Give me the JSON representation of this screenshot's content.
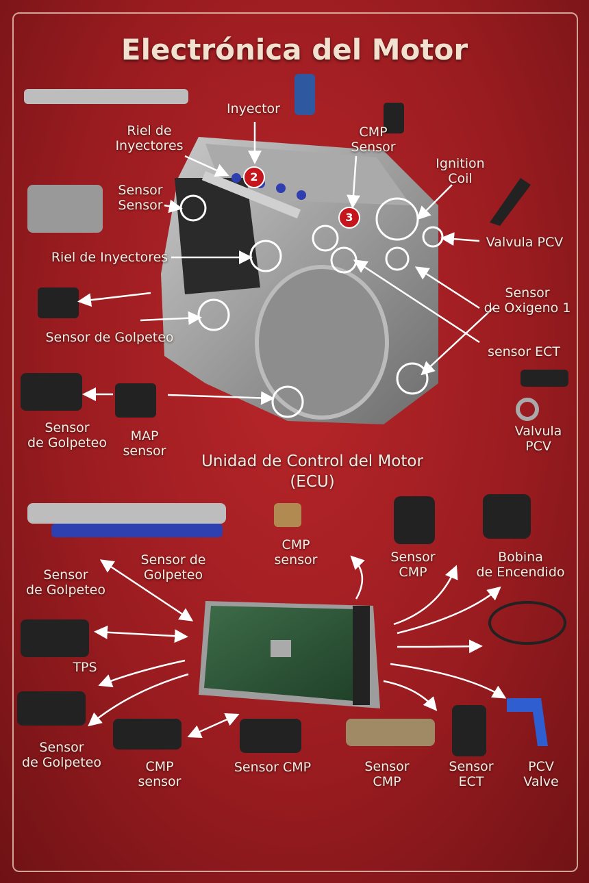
{
  "title": "Electrónica del Motor",
  "engine_labels": {
    "inyector": "Inyector",
    "riel_top": [
      "Riel de",
      "Inyectores"
    ],
    "cmp_sensor": [
      "CMP",
      "Sensor"
    ],
    "ignition_coil": [
      "Ignition",
      "Coil"
    ],
    "sensor_sensor": [
      "Sensor",
      "Sensor"
    ],
    "valvula_pcv": "Valvula PCV",
    "riel_mid": "Riel de Inyectores",
    "oxigeno": [
      "Sensor",
      "de Oxigeno 1"
    ],
    "golpeteo_mid": "Sensor de Golpeteo",
    "ect": "sensor ECT",
    "golpeteo_left": [
      "Sensor",
      "de Golpeteo"
    ],
    "map_sensor": [
      "MAP",
      "sensor"
    ],
    "valvula_pcv_2": [
      "Valvula",
      "PCV"
    ]
  },
  "badges": [
    "2",
    "3"
  ],
  "ecu": {
    "title": [
      "Unidad de Control del Motor",
      "(ECU)"
    ],
    "labels": {
      "cmp_sensor_top": [
        "CMP",
        "sensor"
      ],
      "sensor_cmp_top": [
        "Sensor",
        "CMP"
      ],
      "bobina": [
        "Bobina",
        "de Encendido"
      ],
      "golpeteo_rail": [
        "Sensor de",
        "Golpeteo"
      ],
      "golpeteo_left": [
        "Sensor",
        "de Golpeteo"
      ],
      "tps": "TPS",
      "golpeteo_bottom": [
        "Sensor",
        "de Golpeteo"
      ],
      "cmp_sensor_bottom": [
        "CMP",
        "sensor"
      ],
      "sensor_cmp_mid": "Sensor CMP",
      "sensor_cmp_bottom": [
        "Sensor",
        "CMP"
      ],
      "sensor_ect": [
        "Sensor",
        "ECT"
      ],
      "pcv_valve": [
        "PCV",
        "Valve"
      ]
    }
  },
  "colors": {
    "background": "#9a1c20",
    "badge": "#c4161c",
    "pcb": "#2f5a3a"
  }
}
